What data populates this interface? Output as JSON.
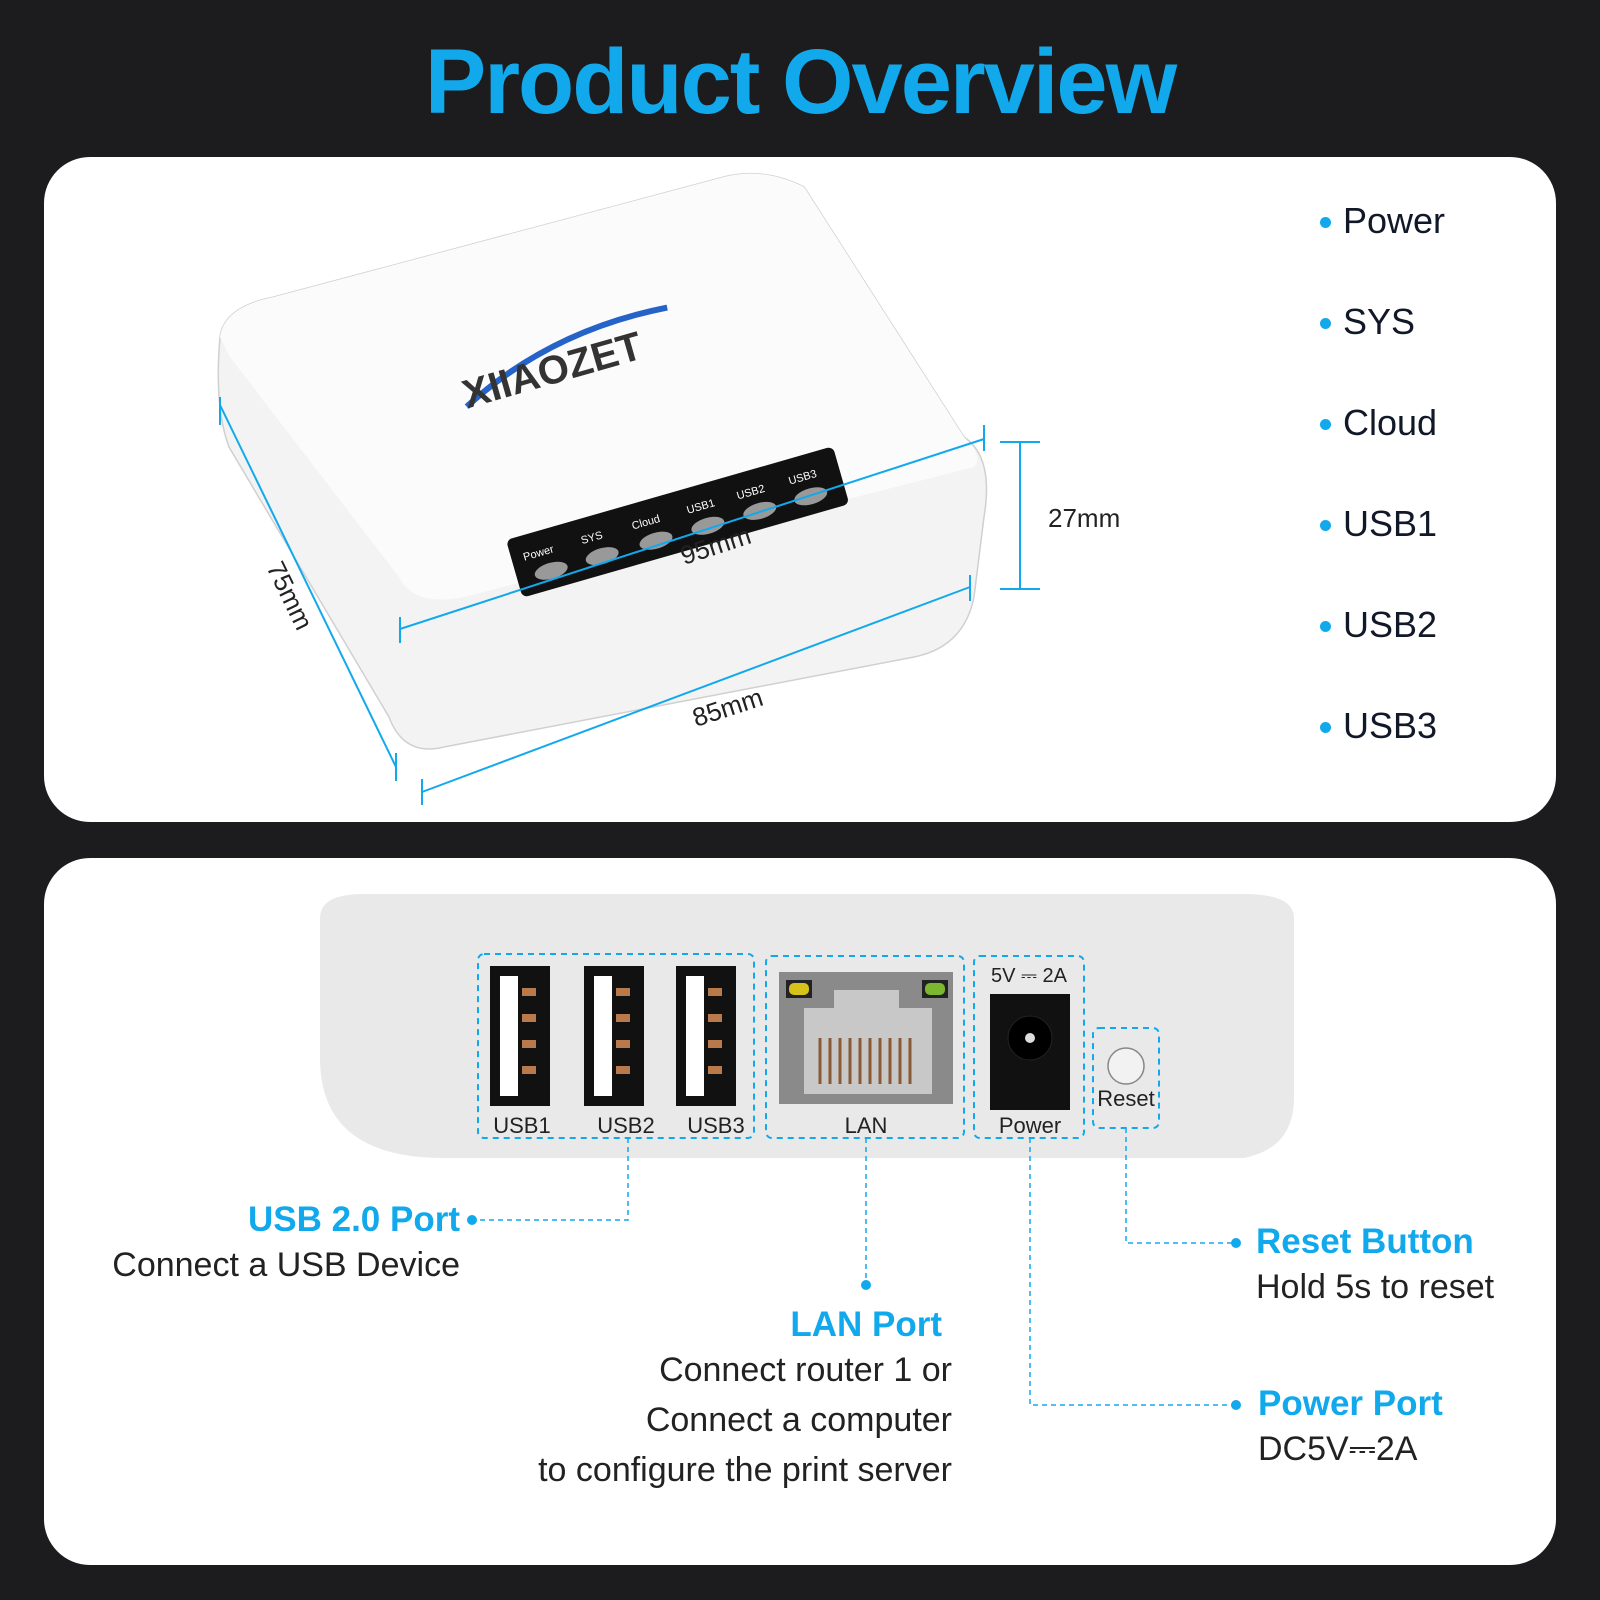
{
  "page": {
    "title": "Product Overview"
  },
  "device_top": {
    "brand_logo": "XIIAOZET",
    "leds": [
      "Power",
      "SYS",
      "Cloud",
      "USB1",
      "USB2",
      "USB3"
    ],
    "dimensions": {
      "width": "95mm",
      "depth": "75mm",
      "length": "85mm",
      "height": "27mm"
    }
  },
  "legend": {
    "items": [
      "Power",
      "SYS",
      "Cloud",
      "USB1",
      "USB2",
      "USB3"
    ]
  },
  "device_rear": {
    "port_labels": [
      "USB1",
      "USB2",
      "USB3",
      "LAN",
      "Power",
      "Reset"
    ],
    "power_rating": "5V ⎓ 2A"
  },
  "callouts": {
    "usb": {
      "title": "USB 2.0 Port",
      "desc": [
        "Connect a USB Device"
      ]
    },
    "lan": {
      "title": "LAN Port",
      "desc": [
        "Connect router 1 or",
        "Connect a computer",
        "to configure the print server"
      ]
    },
    "reset": {
      "title": "Reset Button",
      "desc": [
        "Hold 5s to reset"
      ]
    },
    "power": {
      "title": "Power Port",
      "desc": [
        "DC5V⎓2A"
      ]
    }
  },
  "colors": {
    "accent": "#12a9ec",
    "background": "#1c1c1e",
    "panel": "#ffffff"
  }
}
